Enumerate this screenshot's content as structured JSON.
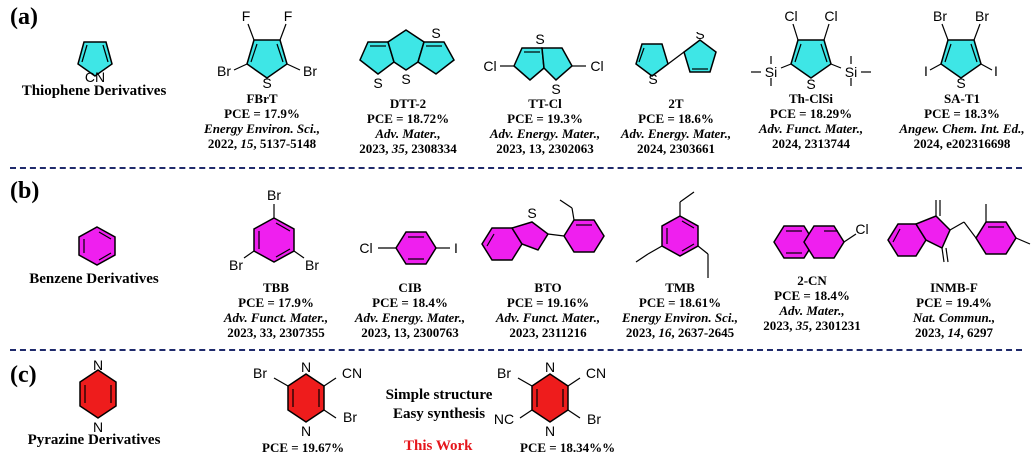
{
  "sections": [
    {
      "tag": "(a)",
      "category": "Thiophene Derivatives",
      "colors": {
        "fill": "#3ee6e6"
      },
      "compounds": [
        {
          "name": "FBrT",
          "pce": "PCE = 17.9%",
          "journal": "Energy Environ. Sci.,",
          "ref_year": "2022, ",
          "ref_vol": "15",
          "ref_rest": ", 5137-5148",
          "atoms": [
            "F",
            "F",
            "Br",
            "Br",
            "S"
          ]
        },
        {
          "name": "DTT-2",
          "pce": "PCE = 18.72%",
          "journal": "Adv. Mater.,",
          "ref_year": "2023, ",
          "ref_vol": "35",
          "ref_rest": ", 2308334",
          "atoms": [
            "S",
            "S",
            "S"
          ]
        },
        {
          "name": "TT-Cl",
          "pce": "PCE = 19.3%",
          "journal": "Adv. Energy. Mater.,",
          "ref_year": "2023, 13, 2302063",
          "ref_vol": "",
          "ref_rest": "",
          "atoms": [
            "Cl",
            "Cl",
            "S",
            "S"
          ]
        },
        {
          "name": "2T",
          "pce": "PCE = 18.6%",
          "journal": "Adv. Energy. Mater.,",
          "ref_year": "2024, 2303661",
          "ref_vol": "",
          "ref_rest": "",
          "atoms": [
            "S",
            "S"
          ]
        },
        {
          "name": "Th-ClSi",
          "pce": "PCE = 18.29%",
          "journal": "Adv. Funct. Mater.,",
          "ref_year": "2024, 2313744",
          "ref_vol": "",
          "ref_rest": "",
          "atoms": [
            "Cl",
            "Cl",
            "Si",
            "Si",
            "S"
          ]
        },
        {
          "name": "SA-T1",
          "pce": "PCE = 18.3%",
          "journal": "Angew. Chem. Int. Ed.,",
          "ref_year": "2024, e202316698",
          "ref_vol": "",
          "ref_rest": "",
          "atoms": [
            "Br",
            "Br",
            "I",
            "I",
            "S"
          ]
        }
      ]
    },
    {
      "tag": "(b)",
      "category": "Benzene Derivatives",
      "colors": {
        "fill": "#ef1fef"
      },
      "compounds": [
        {
          "name": "TBB",
          "pce": "PCE = 17.9%",
          "journal": "Adv. Funct. Mater.,",
          "ref_year": "2023, 33, 2307355",
          "ref_vol": "",
          "ref_rest": "",
          "atoms": [
            "Br",
            "Br",
            "Br"
          ]
        },
        {
          "name": "CIB",
          "pce": "PCE = 18.4%",
          "journal": "Adv. Energy. Mater.,",
          "ref_year": "2023, 13, 2300763",
          "ref_vol": "",
          "ref_rest": "",
          "atoms": [
            "Cl",
            "I"
          ]
        },
        {
          "name": "BTO",
          "pce": "PCE = 19.16%",
          "journal": "Adv. Funct. Mater.,",
          "ref_year": "2023, 2311216",
          "ref_vol": "",
          "ref_rest": "",
          "atoms": [
            "S"
          ]
        },
        {
          "name": "TMB",
          "pce": "PCE = 18.61%",
          "journal": "Energy Environ. Sci.,",
          "ref_year": "2023, ",
          "ref_vol": "16",
          "ref_rest": ", 2637-2645",
          "atoms": []
        },
        {
          "name": "2-CN",
          "pce": "PCE = 18.4%",
          "journal": "Adv. Mater.,",
          "ref_year": "2023, ",
          "ref_vol": "35",
          "ref_rest": ", 2301231",
          "atoms": [
            "Cl"
          ]
        },
        {
          "name": "INMB-F",
          "pce": "PCE = 19.4%",
          "journal": "Nat. Commun.,",
          "ref_year": "2023, ",
          "ref_vol": "14",
          "ref_rest": ", 6297",
          "atoms": []
        }
      ]
    },
    {
      "tag": "(c)",
      "category": "Pyrazine Derivatives",
      "colors": {
        "fill": "#ee1c1c",
        "highlight": "#e5161c"
      },
      "atoms": [
        "N",
        "N"
      ],
      "compound1": {
        "pce": "PCE = 19.67%",
        "atoms": [
          "Br",
          "CN",
          "N",
          "N",
          "Br"
        ]
      },
      "compound2": {
        "pce": "PCE = 18.34%%",
        "atoms": [
          "Br",
          "CN",
          "NC",
          "Br",
          "N",
          "N"
        ]
      },
      "notes": [
        "Simple structure",
        "Easy synthesis"
      ],
      "this_work": "This Work"
    }
  ],
  "colors": {
    "separator": "#1f2a6b"
  }
}
